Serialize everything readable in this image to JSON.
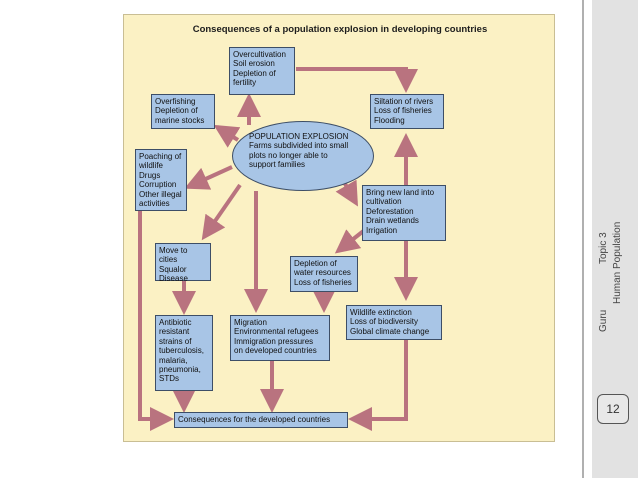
{
  "diagram": {
    "title": "Consequences of a population explosion in developing countries",
    "center": "POPULATION EXPLOSION\nFarms subdivided into small\nplots no longer able to\nsupport families",
    "boxes": {
      "overcultivation": "Overcultivation\nSoil erosion\nDepletion of\nfertility",
      "overfishing": "Overfishing\nDepletion of\nmarine stocks",
      "siltation": "Siltation of rivers\nLoss of fisheries\nFlooding",
      "poaching": "Poaching of\nwildlife\nDrugs\nCorruption\nOther illegal\nactivities",
      "new_land": "Bring new land into\ncultivation\nDeforestation\nDrain wetlands\nIrrigation",
      "move_to_cities": "Move to cities\nSqualor\nDisease",
      "water_resources": "Depletion of\nwater resources\nLoss of fisheries",
      "wildlife_extinction": "Wildlife extinction\nLoss of biodiversity\nGlobal climate change",
      "antibiotic": "Antibiotic\nresistant\nstrains of\ntuberculosis,\nmalaria,\npneumonia,\nSTDs",
      "migration": "Migration\nEnvironmental refugees\nImmigration pressures\non developed countries",
      "developed": "Consequences for the developed countries"
    }
  },
  "sidebar": {
    "author": "Guru",
    "topic": "Topic 3",
    "subtitle": "Human Population",
    "page_number": "12"
  },
  "colors": {
    "figure_background": "#fbf1c4",
    "box_fill": "#a8c5e6",
    "arrow": "#b9737f"
  }
}
